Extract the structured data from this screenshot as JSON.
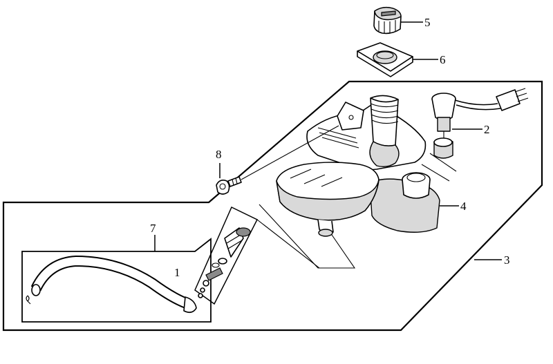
{
  "callouts": {
    "c1": "1",
    "c2": "2",
    "c3": "3",
    "c4": "4",
    "c5": "5",
    "c6": "6",
    "c7": "7",
    "c8": "8"
  },
  "colors": {
    "ink": "#000000",
    "background": "#ffffff",
    "shade": "#d9d9d9"
  }
}
